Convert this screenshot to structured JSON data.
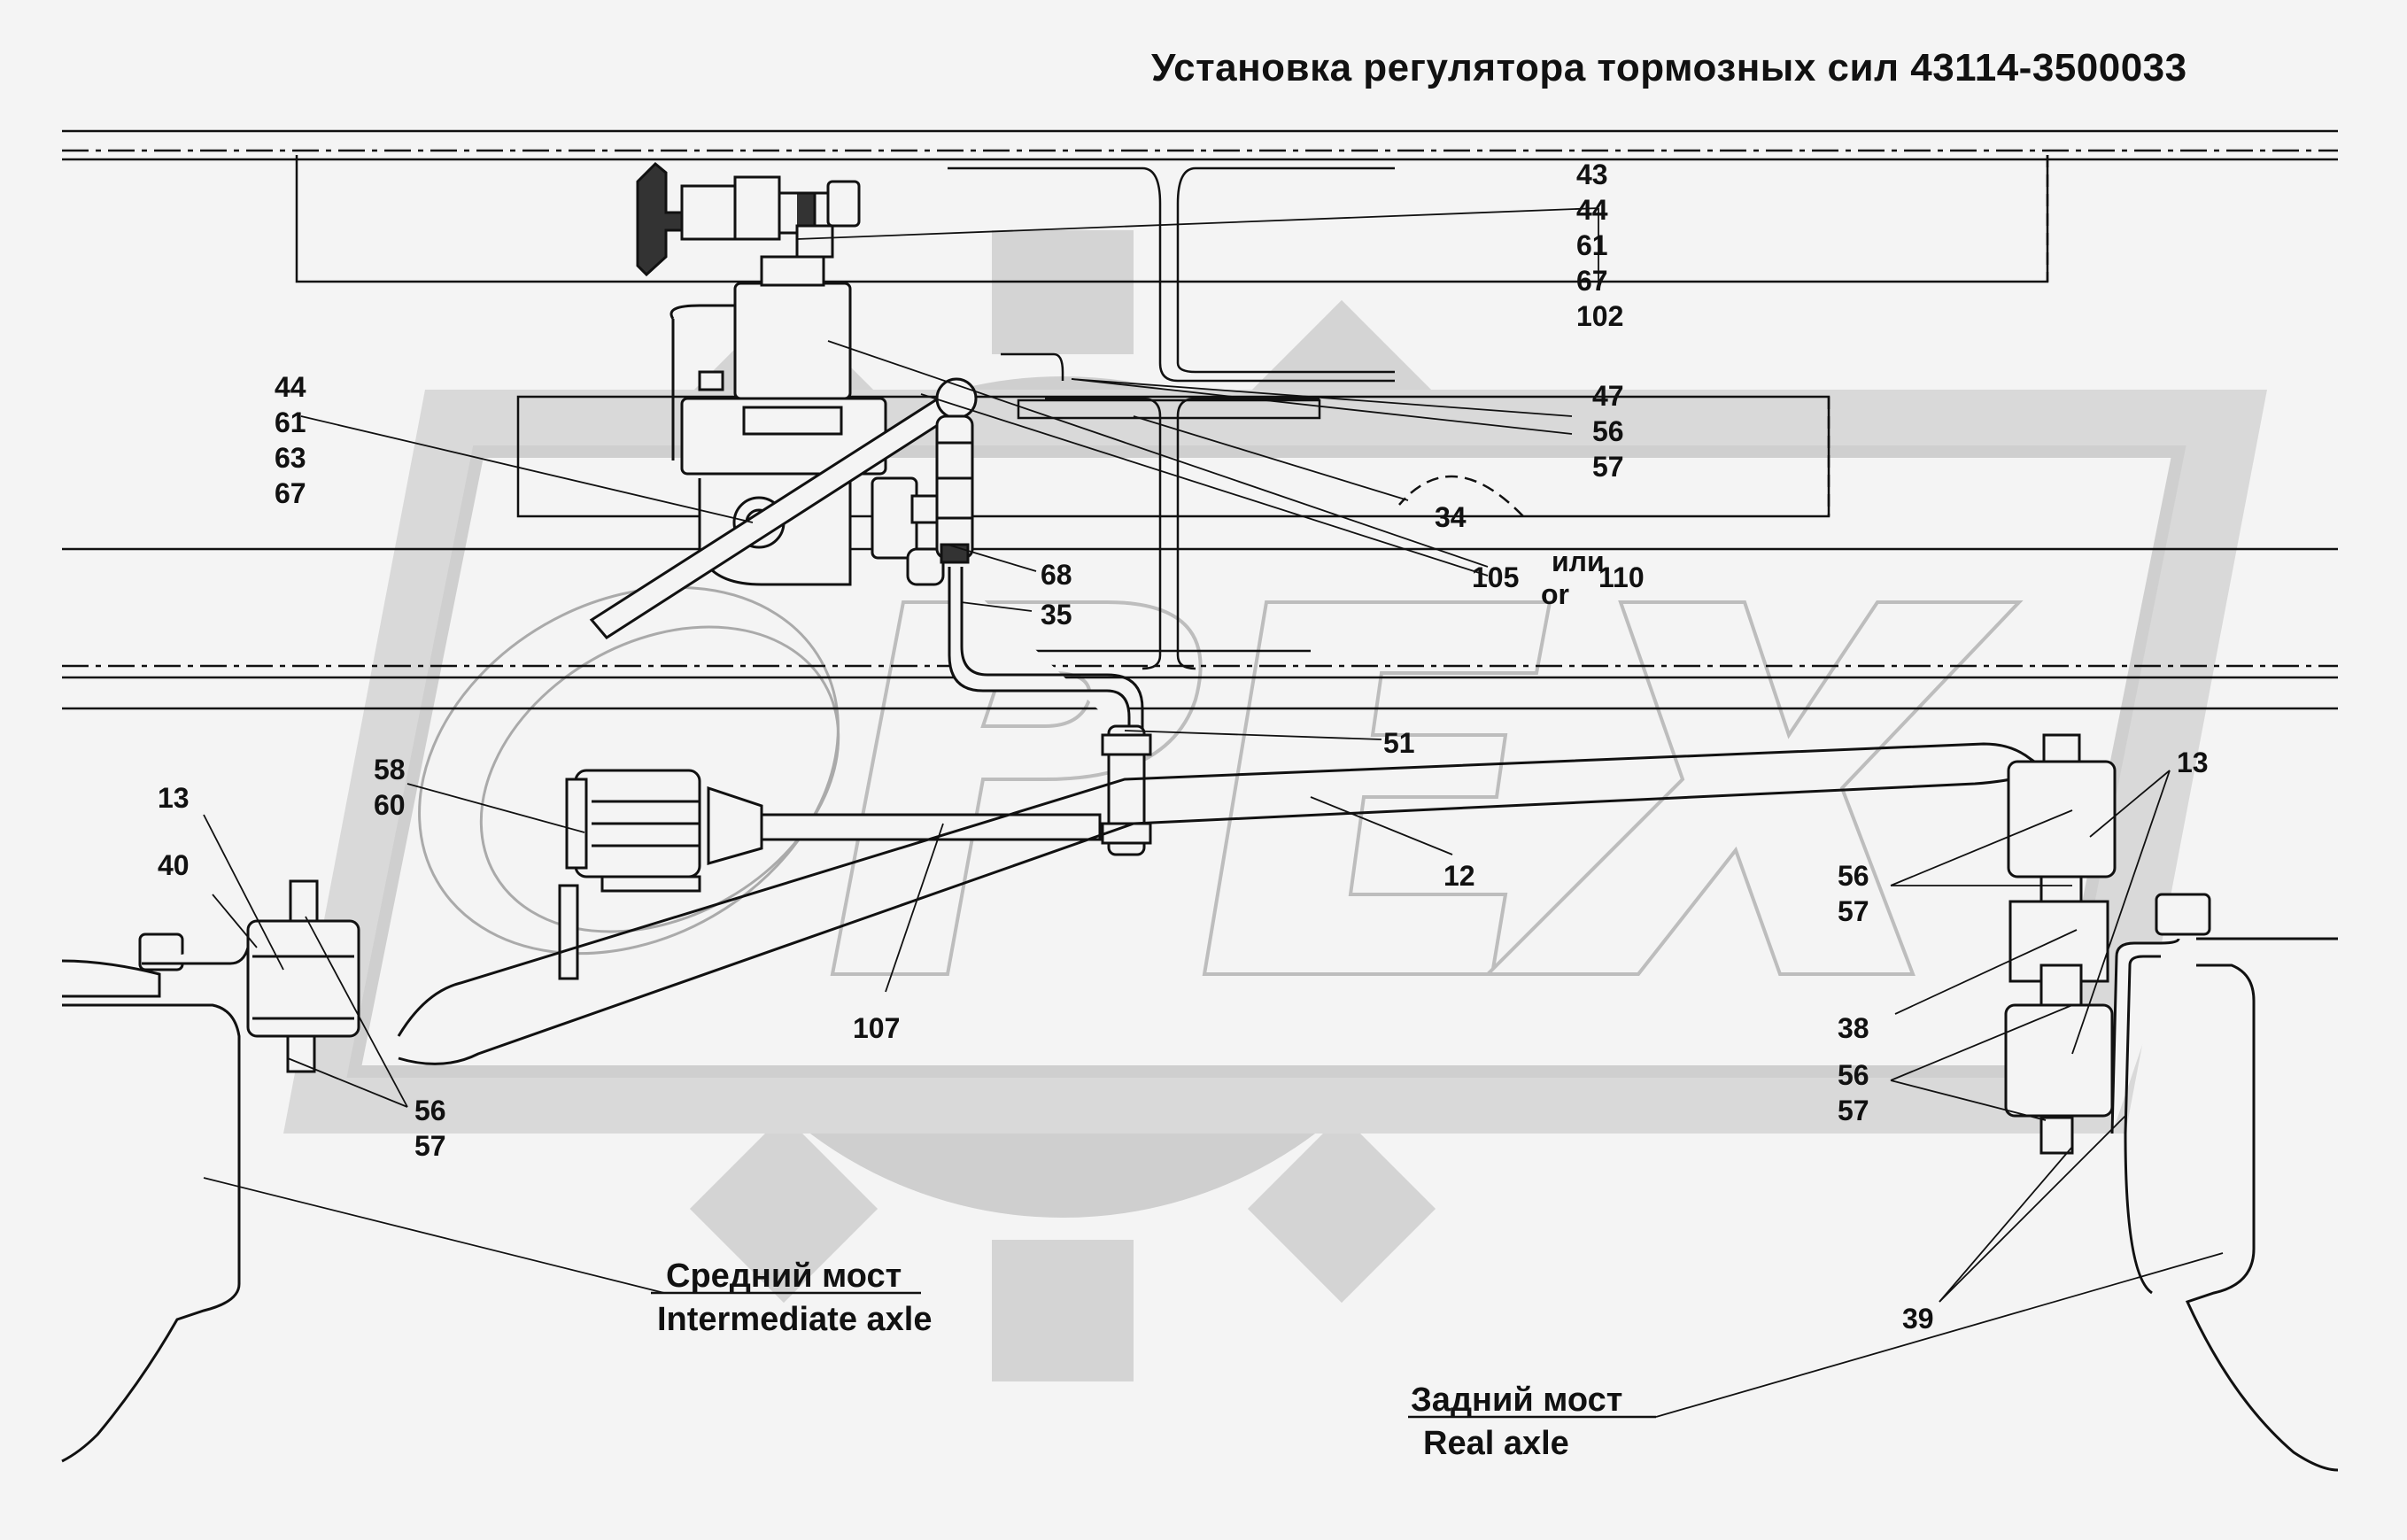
{
  "title": "Установка регулятора тормозных сил 43114-3500033",
  "watermark": "PEX",
  "colors": {
    "background": "#f4f4f4",
    "line": "#111111",
    "watermark": "#cfcfcf"
  },
  "callouts": {
    "top_right_group": [
      "43",
      "44",
      "61",
      "67",
      "102"
    ],
    "left_group": [
      "44",
      "61",
      "63",
      "67"
    ],
    "mid_group": [
      "47",
      "56",
      "57"
    ],
    "c34": "34",
    "c105": "105",
    "ili": "или",
    "or": "or",
    "c110": "110",
    "c68": "68",
    "c35": "35",
    "c51": "51",
    "c12": "12",
    "c58": "58",
    "c60": "60",
    "c107": "107",
    "c13_left": "13",
    "c40": "40",
    "c56_left": "56",
    "c57_left": "57",
    "c13_right": "13",
    "c56_right_top": "56",
    "c57_right_top": "57",
    "c38": "38",
    "c56_right_bottom": "56",
    "c57_right_bottom": "57",
    "c39": "39"
  },
  "axles": {
    "intermediate_ru": "Средний мост",
    "intermediate_en": "Intermediate axle",
    "rear_ru": "Задний мост",
    "rear_en": "Real axle"
  }
}
